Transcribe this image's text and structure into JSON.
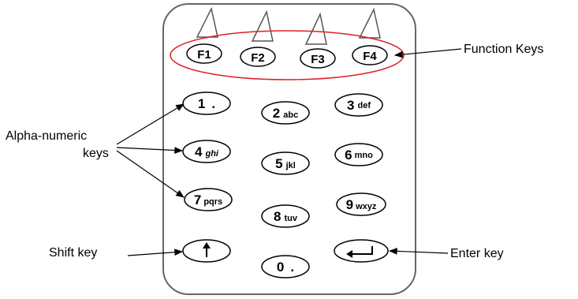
{
  "labels": {
    "function_keys": "Function Keys",
    "alpha_numeric_line1": "Alpha-numeric",
    "alpha_numeric_line2": "keys",
    "shift_key": "Shift key",
    "enter_key": "Enter key"
  },
  "function_keys": [
    {
      "main": "F1"
    },
    {
      "main": "F2"
    },
    {
      "main": "F3"
    },
    {
      "main": "F4"
    }
  ],
  "keys": [
    {
      "main": "1",
      "sub": "."
    },
    {
      "main": "2",
      "sub": "abc"
    },
    {
      "main": "3",
      "sub": "def"
    },
    {
      "main": "4",
      "sub": "ghi"
    },
    {
      "main": "5",
      "sub": "jkl"
    },
    {
      "main": "6",
      "sub": "mno"
    },
    {
      "main": "7",
      "sub": "pqrs"
    },
    {
      "main": "8",
      "sub": "tuv"
    },
    {
      "main": "9",
      "sub": "wxyz"
    },
    {
      "main": "0",
      "sub": "."
    }
  ],
  "icons": {
    "shift": "up-arrow-icon",
    "enter": "enter-arrow-icon"
  },
  "colors": {
    "highlight": "#dd2222",
    "outline": "#555555"
  }
}
